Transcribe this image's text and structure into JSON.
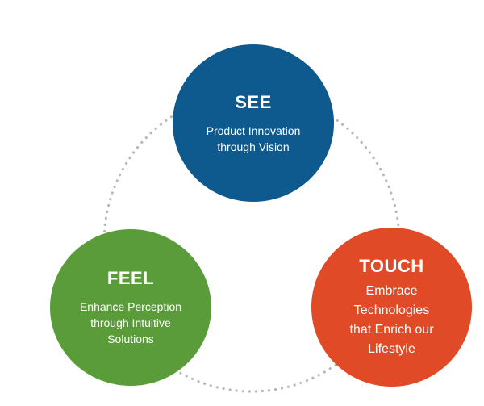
{
  "colors": {
    "see": "#0e5a8e",
    "feel": "#5a9c3a",
    "touch": "#e04a26",
    "ring": "#b8b8b8"
  },
  "nodes": {
    "see": {
      "title": "SEE",
      "subtitle": "Product Innovation\nthrough Vision"
    },
    "feel": {
      "title": "FEEL",
      "subtitle": "Enhance Perception\nthrough Intuitive\nSolutions"
    },
    "touch": {
      "title": "TOUCH",
      "subtitle": "Embrace\nTechnologies\nthat Enrich our\nLifestyle"
    }
  }
}
